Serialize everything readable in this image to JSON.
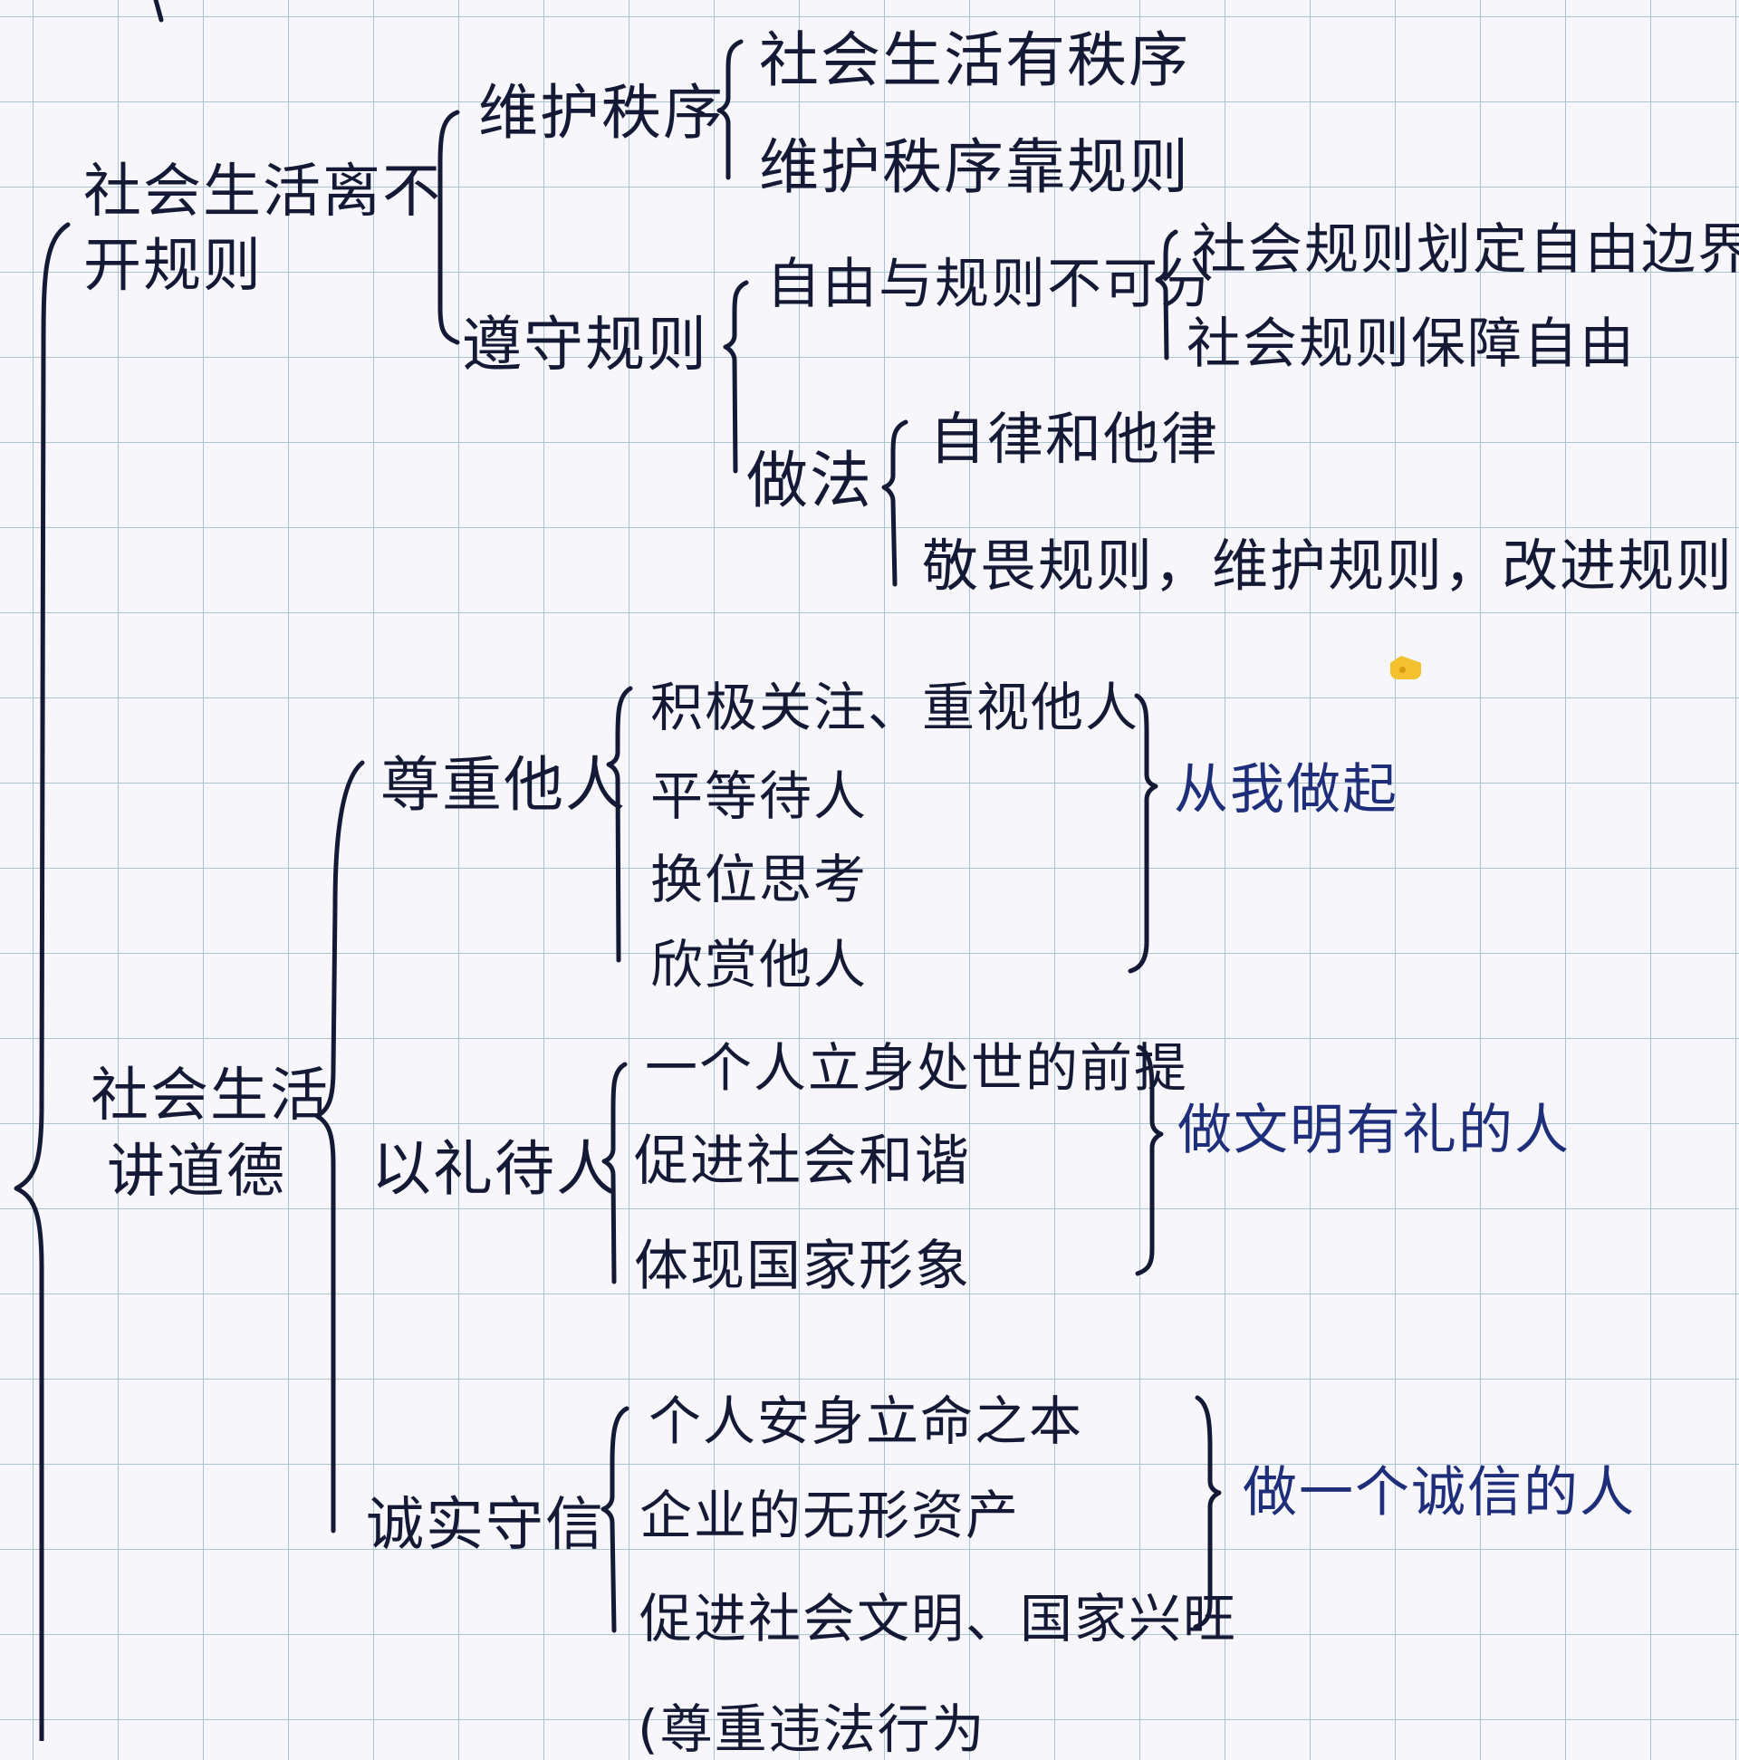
{
  "nodes": {
    "root1": {
      "line1": "社会生活离不",
      "line2": "开规则"
    },
    "weihu_zhixu": "维护秩序",
    "shehui_you_zhixu": "社会生活有秩序",
    "weihu_kao_guize": "维护秩序靠规则",
    "zunshou_guize": "遵守规则",
    "ziyou_guize": "自由与规则不可分",
    "huading_bianjie": "社会规则划定自由边界",
    "baozhang_ziyou": "社会规则保障自由",
    "zuofa": "做法",
    "zilv_talv": "自律和他律",
    "jingwei_guize": "敬畏规则，维护规则，改进规则.",
    "root2": {
      "line1": "社会生活",
      "line2": "讲道德"
    },
    "zunzhong": "尊重他人",
    "guanzhu": "积极关注、重视他人",
    "pingdeng": "平等待人",
    "huanwei": "换位思考",
    "xinshang": "欣赏他人",
    "cong_wo": "从我做起",
    "yili": "以礼待人",
    "qianti": "一个人立身处世的前提",
    "hexie": "促进社会和谐",
    "xingxiang": "体现国家形象",
    "wenming_ren": "做文明有礼的人",
    "chengxin": "诚实守信",
    "anshen": "个人安身立命之本",
    "zichan": "企业的无形资产",
    "xingwang": "促进社会文明、国家兴旺",
    "chengxin_ren": "做一个诚信的人",
    "bottom_partial": "(尊重违法行为"
  },
  "colors": {
    "ink": "#141a35",
    "blue_ink": "#1f2e7a",
    "grid": "#a9c3cf",
    "paper": "#f7f7fb"
  },
  "icons": {
    "sticker": "cheese-sticker-icon"
  }
}
